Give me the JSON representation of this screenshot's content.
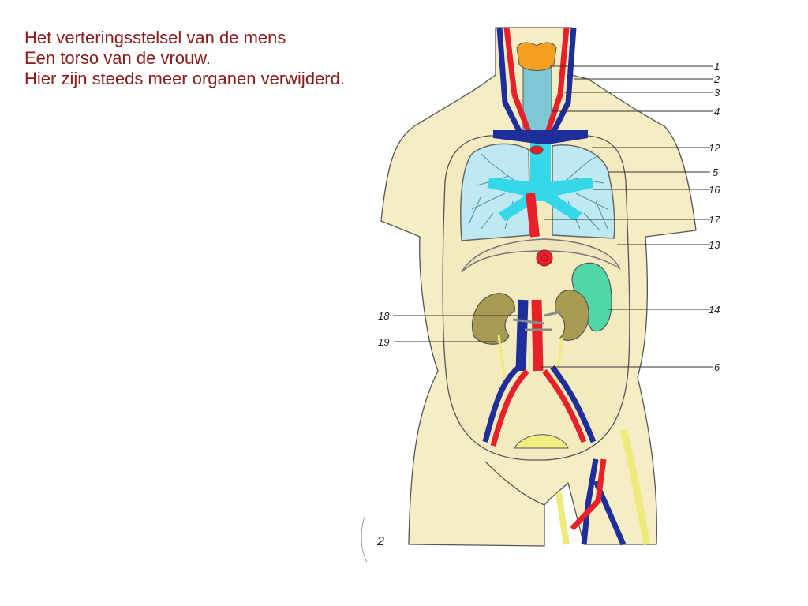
{
  "slide": {
    "lines": [
      "Het verteringsstelsel van de mens",
      "Een torso van de vrouw.",
      "Hier zijn steeds meer organen verwijderd."
    ]
  },
  "diagram": {
    "labels": {
      "l1": "1",
      "l2": "2",
      "l3": "3",
      "l4": "4",
      "l12": "12",
      "l5": "5",
      "l16": "16",
      "l17": "17",
      "l13": "13",
      "l14": "14",
      "l6": "6",
      "l18": "18",
      "l19": "19"
    },
    "figure_number": "2"
  },
  "colors": {
    "title": "#8B1A1A",
    "skin": "#F6EDC4",
    "lung": "#BFE9F2",
    "trachea": "#35D8E8",
    "artery": "#E8202A",
    "vein": "#1E2E9A",
    "kidney": "#A89A50",
    "spleen": "#4FD8A6",
    "bladder": "#F0EE80",
    "thyroid": "#F5A020",
    "nerve": "#EDEB7A"
  }
}
